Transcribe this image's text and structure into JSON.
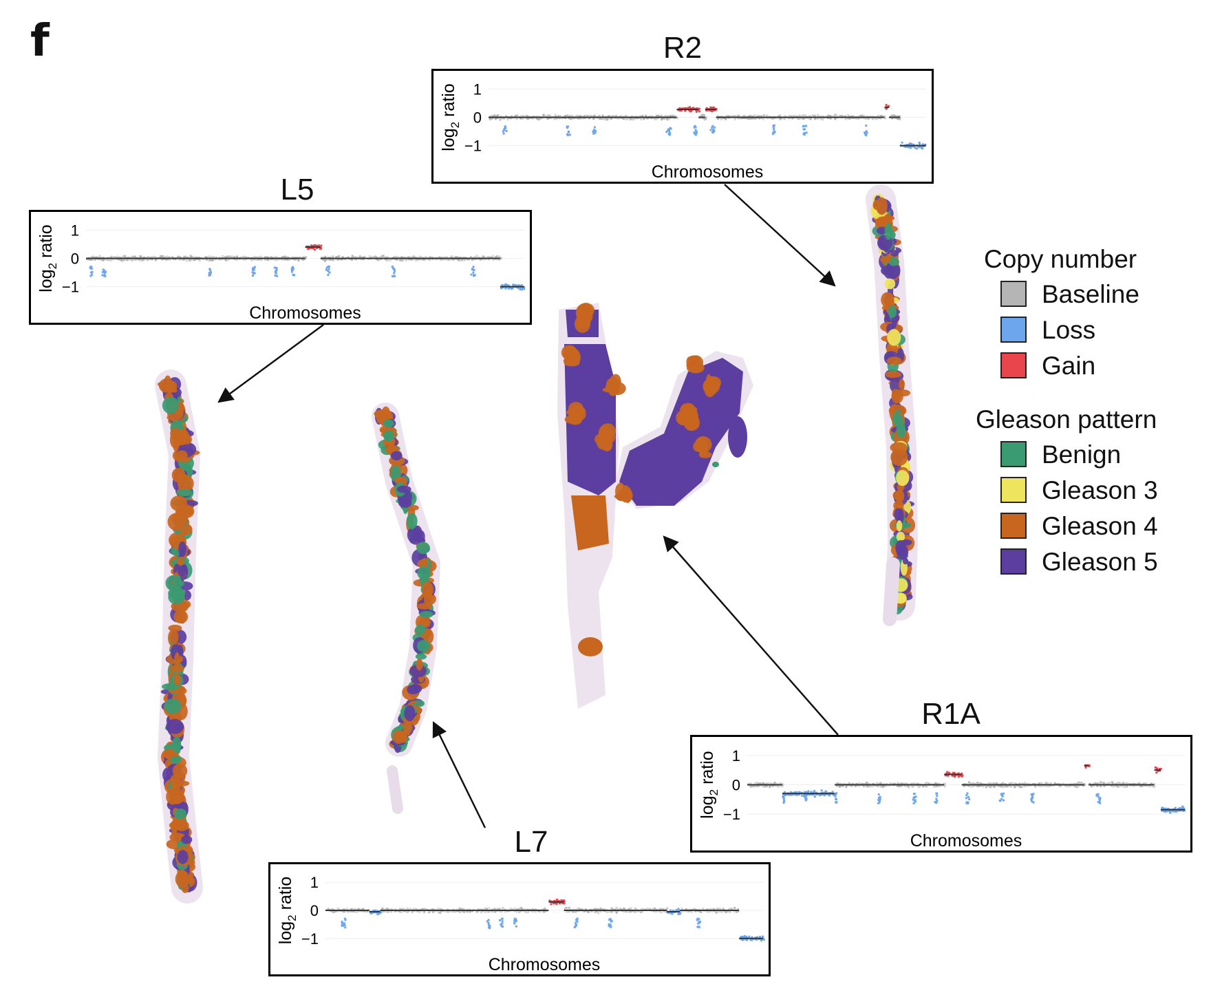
{
  "panel_label": "f",
  "colors": {
    "baseline": "#b5b5b5",
    "baseline_light": "#d4d4d4",
    "loss": "#6ea6ee",
    "gain": "#e8464c",
    "segment": "#333333",
    "benign": "#3a9a72",
    "gleason3": "#efe45e",
    "gleason4": "#c8661f",
    "gleason5": "#5b3ea0",
    "tissue": "#e9dcea"
  },
  "legend": {
    "copy_number_title": "Copy number",
    "copy_number": [
      {
        "label": "Baseline",
        "color": "#b5b5b5"
      },
      {
        "label": "Loss",
        "color": "#6ea6ee"
      },
      {
        "label": "Gain",
        "color": "#e8464c"
      }
    ],
    "gleason_title": "Gleason pattern",
    "gleason": [
      {
        "label": "Benign",
        "color": "#3a9a72"
      },
      {
        "label": "Gleason 3",
        "color": "#efe45e"
      },
      {
        "label": "Gleason 4",
        "color": "#c8661f"
      },
      {
        "label": "Gleason 5",
        "color": "#5b3ea0"
      }
    ]
  },
  "chart_data": [
    {
      "type": "scatter",
      "title": "R2",
      "xlabel": "Chromosomes",
      "ylabel": "log2 ratio",
      "yticks": [
        "1",
        "0",
        "−1"
      ],
      "ylim": [
        -1.3,
        1.3
      ],
      "segments": [
        {
          "start": 0.0,
          "end": 0.43,
          "value": 0.0,
          "state": "baseline"
        },
        {
          "start": 0.43,
          "end": 0.48,
          "value": 0.28,
          "state": "gain"
        },
        {
          "start": 0.48,
          "end": 0.495,
          "value": 0.0,
          "state": "baseline"
        },
        {
          "start": 0.495,
          "end": 0.52,
          "value": 0.28,
          "state": "gain"
        },
        {
          "start": 0.52,
          "end": 0.905,
          "value": 0.0,
          "state": "baseline"
        },
        {
          "start": 0.905,
          "end": 0.915,
          "value": 0.35,
          "state": "gain"
        },
        {
          "start": 0.915,
          "end": 0.94,
          "value": 0.0,
          "state": "baseline"
        },
        {
          "start": 0.94,
          "end": 1.0,
          "value": -1.0,
          "state": "loss"
        }
      ],
      "loss_dips": [
        0.035,
        0.18,
        0.24,
        0.41,
        0.47,
        0.51,
        0.65,
        0.72,
        0.86
      ]
    },
    {
      "type": "scatter",
      "title": "L5",
      "xlabel": "Chromosomes",
      "ylabel": "log2 ratio",
      "yticks": [
        "1",
        "0",
        "−1"
      ],
      "ylim": [
        -1.3,
        1.3
      ],
      "segments": [
        {
          "start": 0.0,
          "end": 0.5,
          "value": 0.0,
          "state": "baseline"
        },
        {
          "start": 0.5,
          "end": 0.535,
          "value": 0.4,
          "state": "gain"
        },
        {
          "start": 0.535,
          "end": 0.945,
          "value": 0.0,
          "state": "baseline"
        },
        {
          "start": 0.945,
          "end": 1.0,
          "value": -1.0,
          "state": "loss"
        }
      ],
      "loss_dips": [
        0.01,
        0.04,
        0.28,
        0.38,
        0.43,
        0.47,
        0.55,
        0.7,
        0.88
      ]
    },
    {
      "type": "scatter",
      "title": "L7",
      "xlabel": "Chromosomes",
      "ylabel": "log2 ratio",
      "yticks": [
        "1",
        "0",
        "−1"
      ],
      "ylim": [
        -1.3,
        1.3
      ],
      "segments": [
        {
          "start": 0.0,
          "end": 0.1,
          "value": 0.0,
          "state": "baseline"
        },
        {
          "start": 0.1,
          "end": 0.125,
          "value": -0.05,
          "state": "loss"
        },
        {
          "start": 0.125,
          "end": 0.51,
          "value": 0.0,
          "state": "baseline"
        },
        {
          "start": 0.51,
          "end": 0.545,
          "value": 0.3,
          "state": "gain"
        },
        {
          "start": 0.545,
          "end": 0.78,
          "value": 0.0,
          "state": "baseline"
        },
        {
          "start": 0.78,
          "end": 0.81,
          "value": -0.05,
          "state": "loss"
        },
        {
          "start": 0.81,
          "end": 0.945,
          "value": 0.0,
          "state": "baseline"
        },
        {
          "start": 0.945,
          "end": 1.0,
          "value": -1.0,
          "state": "loss"
        }
      ],
      "loss_dips": [
        0.04,
        0.37,
        0.4,
        0.43,
        0.57,
        0.65,
        0.85
      ]
    },
    {
      "type": "scatter",
      "title": "R1A",
      "xlabel": "Chromosomes",
      "ylabel": "log2 ratio",
      "yticks": [
        "1",
        "0",
        "−1"
      ],
      "ylim": [
        -1.3,
        1.3
      ],
      "segments": [
        {
          "start": 0.0,
          "end": 0.08,
          "value": 0.0,
          "state": "baseline"
        },
        {
          "start": 0.08,
          "end": 0.2,
          "value": -0.3,
          "state": "loss"
        },
        {
          "start": 0.2,
          "end": 0.45,
          "value": 0.0,
          "state": "baseline"
        },
        {
          "start": 0.45,
          "end": 0.49,
          "value": 0.35,
          "state": "gain"
        },
        {
          "start": 0.49,
          "end": 0.77,
          "value": 0.0,
          "state": "baseline"
        },
        {
          "start": 0.77,
          "end": 0.78,
          "value": 0.65,
          "state": "gain"
        },
        {
          "start": 0.78,
          "end": 0.93,
          "value": 0.0,
          "state": "baseline"
        },
        {
          "start": 0.93,
          "end": 0.945,
          "value": 0.5,
          "state": "gain"
        },
        {
          "start": 0.945,
          "end": 1.0,
          "value": -0.85,
          "state": "loss"
        }
      ],
      "loss_dips": [
        0.08,
        0.13,
        0.2,
        0.3,
        0.38,
        0.43,
        0.5,
        0.58,
        0.65,
        0.8
      ]
    }
  ]
}
